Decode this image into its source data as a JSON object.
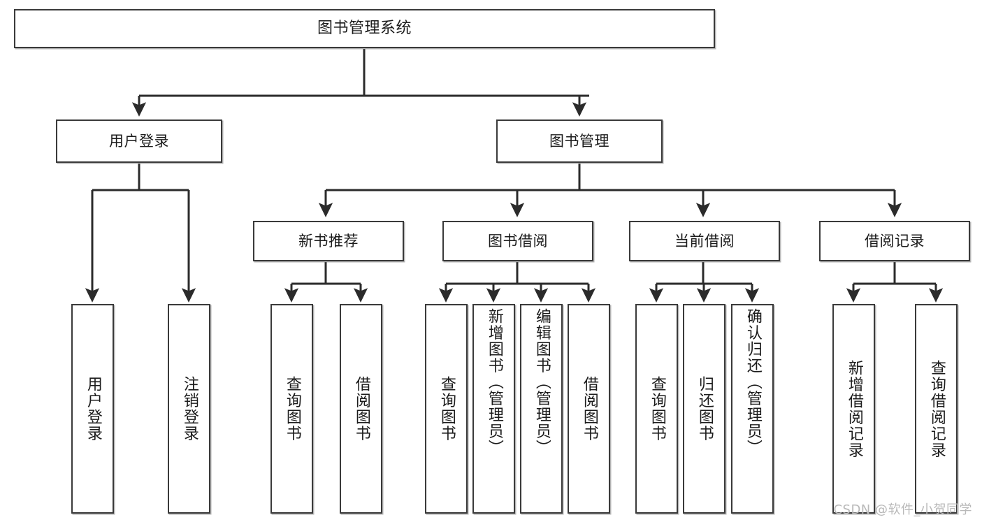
{
  "diagram": {
    "type": "tree",
    "title": "图书管理系统",
    "orientation": "top-down",
    "colors": {
      "node_border": "#3a3a3a",
      "node_fill": "#ffffff",
      "edge": "#2b2b2b",
      "text": "#1b1b1b",
      "watermark": "#b9b9b9"
    },
    "root": {
      "label": "图书管理系统"
    },
    "level2": [
      {
        "label": "用户登录"
      },
      {
        "label": "图书管理"
      }
    ],
    "level3": [
      {
        "label": "新书推荐"
      },
      {
        "label": "图书借阅"
      },
      {
        "label": "当前借阅"
      },
      {
        "label": "借阅记录"
      }
    ],
    "leaves": {
      "user_login": [
        {
          "label": "用户登录"
        },
        {
          "label": "注销登录"
        }
      ],
      "new_book_recommend": [
        {
          "label": "查询图书"
        },
        {
          "label": "借阅图书"
        }
      ],
      "book_borrow": [
        {
          "label": "查询图书"
        },
        {
          "label": "新增图书（管理员）"
        },
        {
          "label": "编辑图书（管理员）"
        },
        {
          "label": "借阅图书"
        }
      ],
      "current_borrow": [
        {
          "label": "查询图书"
        },
        {
          "label": "归还图书"
        },
        {
          "label": "确认归还（管理员）"
        }
      ],
      "borrow_record": [
        {
          "label": "新增借阅记录"
        },
        {
          "label": "查询借阅记录"
        }
      ]
    }
  },
  "watermark": {
    "text": "CSDN @软件_小贺同学"
  }
}
